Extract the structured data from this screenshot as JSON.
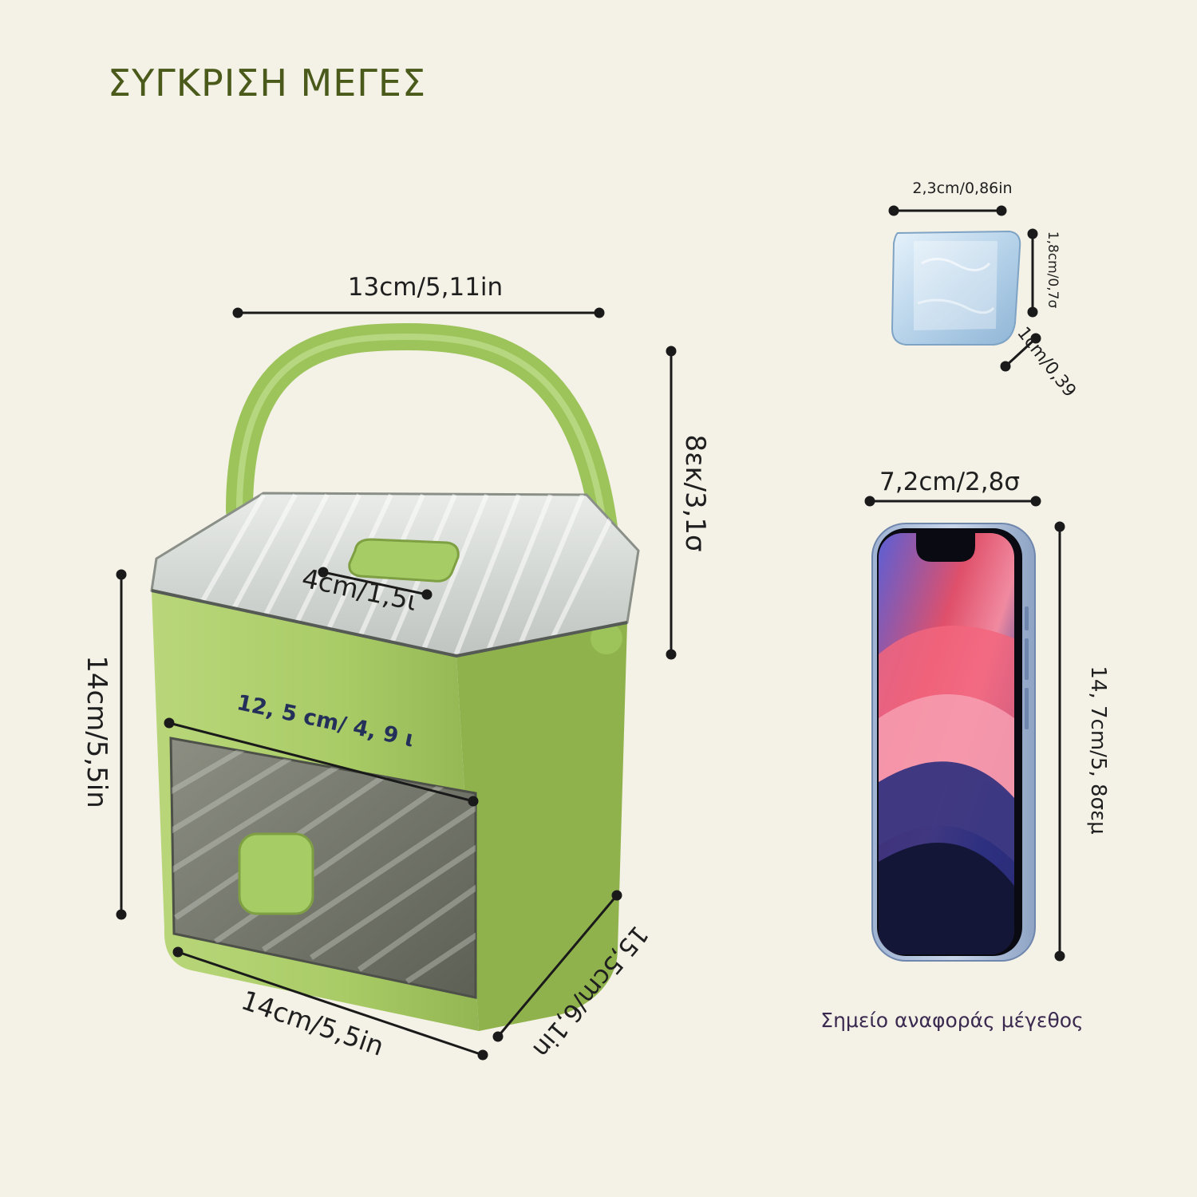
{
  "title": "ΣΥΓΚΡΙΣΗ ΜΕΓΕΣ",
  "caption": "Σημείο αναφοράς μέγεθος",
  "colors": {
    "background": "#f4f1e6",
    "title": "#4a5a1a",
    "caption": "#3a2a50",
    "dimension_line": "#1a1a1a",
    "bin_body": "#a9cb66",
    "inner_label": "#25305a"
  },
  "bin": {
    "top_width": "13cm/5,11in",
    "lid_height": "8εκ/3,1σ",
    "lid_button": "4cm/1,5ι",
    "drawer_width": "12, 5 cm/ 4, 9 ι",
    "height": "14cm/5,5in",
    "bottom_width": "14cm/5,5in",
    "depth": "15,5cm/6,1in"
  },
  "ice_cube": {
    "width": "2,3cm/0,86in",
    "height": "1,8cm/0,7σ",
    "depth": "1cm/0,39"
  },
  "phone": {
    "width": "7,2cm/2,8σ",
    "height": "14, 7cm/5, 8σεμ"
  }
}
